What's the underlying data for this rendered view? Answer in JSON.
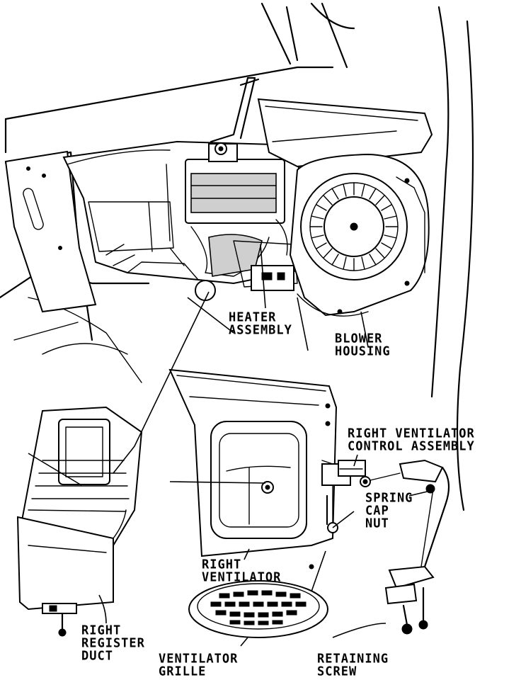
{
  "labels": {
    "heater_assembly": [
      "HEATER",
      "ASSEMBLY"
    ],
    "blower_housing": [
      "BLOWER",
      "HOUSING"
    ],
    "right_ventilator_control_assembly": [
      "RIGHT VENTILATOR",
      "CONTROL ASSEMBLY"
    ],
    "spring_cap_nut": [
      "SPRING",
      "CAP",
      "NUT"
    ],
    "right_ventilator": [
      "RIGHT",
      "VENTILATOR"
    ],
    "right_register_duct": [
      "RIGHT",
      "REGISTER",
      "DUCT"
    ],
    "ventilator_grille": [
      "VENTILATOR",
      "GRILLE"
    ],
    "retaining_screw": [
      "RETAINING",
      "SCREW"
    ]
  }
}
